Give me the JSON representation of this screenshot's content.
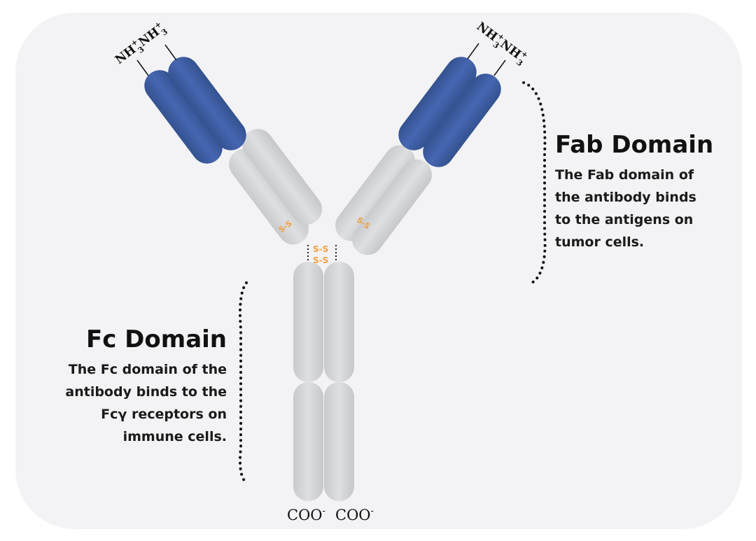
{
  "fab": {
    "title": "Fab Domain",
    "lines": [
      "The Fab domain of",
      "the antibody binds",
      "to the antigens on",
      "tumor cells."
    ]
  },
  "fc": {
    "title": "Fc Domain",
    "lines": [
      "The Fc domain of the",
      "antibody binds to the",
      "Fcγ receptors on",
      "immune cells."
    ]
  },
  "termini": {
    "n_terminus": "NH",
    "n_subscript": "3",
    "n_superscript": "+",
    "c_terminus": "COO",
    "c_superscript": "-"
  },
  "disulfide": "S-S",
  "colors": {
    "variable": "#3f5da5",
    "constant": "#d2d3d4",
    "panel": "#f3f3f5",
    "disulfide": "#f0a040"
  }
}
